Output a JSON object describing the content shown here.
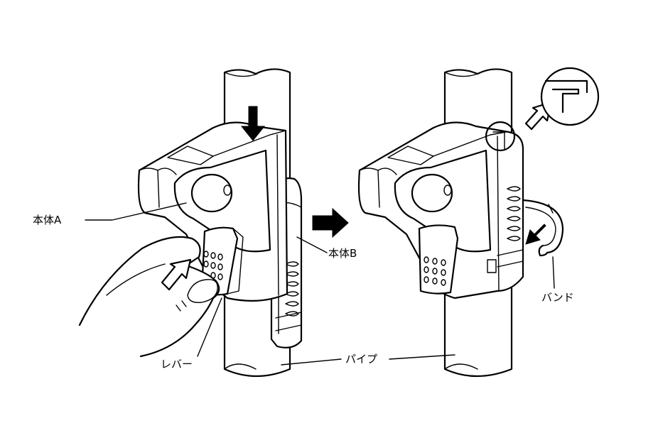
{
  "labels": {
    "body_a": "本体A",
    "body_b": "本体B",
    "lever": "レバー",
    "pipe": "パイプ",
    "band": "バンド"
  },
  "colors": {
    "ink": "#000000",
    "paper": "#ffffff"
  },
  "icons": [
    "arrow-down-icon",
    "arrow-right-icon",
    "push-arrow-icon",
    "detail-magnifier-icon"
  ]
}
